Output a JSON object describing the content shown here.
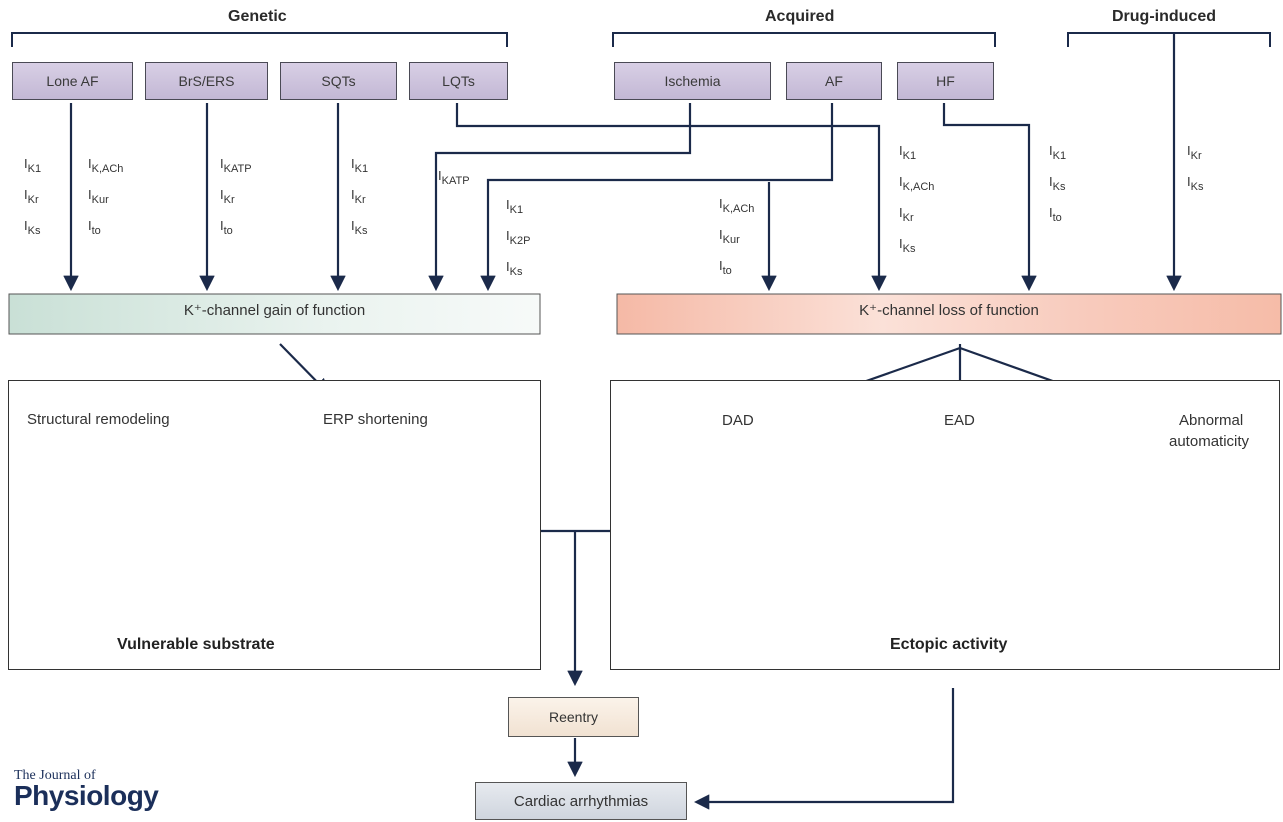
{
  "headers": {
    "genetic": "Genetic",
    "acquired": "Acquired",
    "drug_induced": "Drug-induced"
  },
  "conditions": {
    "lone_af": "Lone AF",
    "brs_ers": "BrS/ERS",
    "sqts": "SQTs",
    "lqts": "LQTs",
    "ischemia": "Ischemia",
    "af": "AF",
    "hf": "HF"
  },
  "currents": {
    "lone_af_a": [
      [
        "I",
        "K1"
      ],
      [
        "I",
        "Kr"
      ],
      [
        "I",
        "Ks"
      ]
    ],
    "lone_af_b": [
      [
        "I",
        "K,ACh"
      ],
      [
        "I",
        "Kur"
      ],
      [
        "I",
        "to"
      ]
    ],
    "brs_ers": [
      [
        "I",
        "KATP"
      ],
      [
        "I",
        "Kr"
      ],
      [
        "I",
        "to"
      ]
    ],
    "sqts": [
      [
        "I",
        "K1"
      ],
      [
        "I",
        "Kr"
      ],
      [
        "I",
        "Ks"
      ]
    ],
    "ischemia": [
      [
        "I",
        "KATP"
      ]
    ],
    "gain_misc": [
      [
        "I",
        "K1"
      ],
      [
        "I",
        "K2P"
      ],
      [
        "I",
        "Ks"
      ]
    ],
    "af_loss": [
      [
        "I",
        "K,ACh"
      ],
      [
        "I",
        "Kur"
      ],
      [
        "I",
        "to"
      ]
    ],
    "lqts_loss": [
      [
        "I",
        "K1"
      ],
      [
        "I",
        "K,ACh"
      ],
      [
        "I",
        "Kr"
      ],
      [
        "I",
        "Ks"
      ]
    ],
    "hf_loss": [
      [
        "I",
        "K1"
      ],
      [
        "I",
        "Ks"
      ],
      [
        "I",
        "to"
      ]
    ],
    "drug_loss": [
      [
        "I",
        "Kr"
      ],
      [
        "I",
        "Ks"
      ]
    ]
  },
  "bars": {
    "gain": "K⁺-channel gain of function",
    "loss": "K⁺-channel loss of function"
  },
  "substrate_panel": {
    "structural_remodeling": "Structural remodeling",
    "erp_shortening": "ERP shortening",
    "title": "Vulnerable substrate"
  },
  "ectopic_panel": {
    "dad": "DAD",
    "ead": "EAD",
    "abnormal_line1": "Abnormal",
    "abnormal_line2": "automaticity",
    "title": "Ectopic activity"
  },
  "outcomes": {
    "reentry": "Reentry",
    "arrhythmias": "Cardiac arrhythmias"
  },
  "journal": {
    "line1": "The Journal of",
    "line2": "Physiology"
  },
  "colors": {
    "arrow": "#1b2a4a",
    "condition_box": "#c9bfd9",
    "gain_bar": "#d6e8e0",
    "loss_bar": "#f6c4b4",
    "solid_trace": "#2a5aa8",
    "dashed_trace": "#e0202a",
    "reentry_box": "#f6ece2",
    "arrhythmia_box": "#dfe3ea"
  }
}
